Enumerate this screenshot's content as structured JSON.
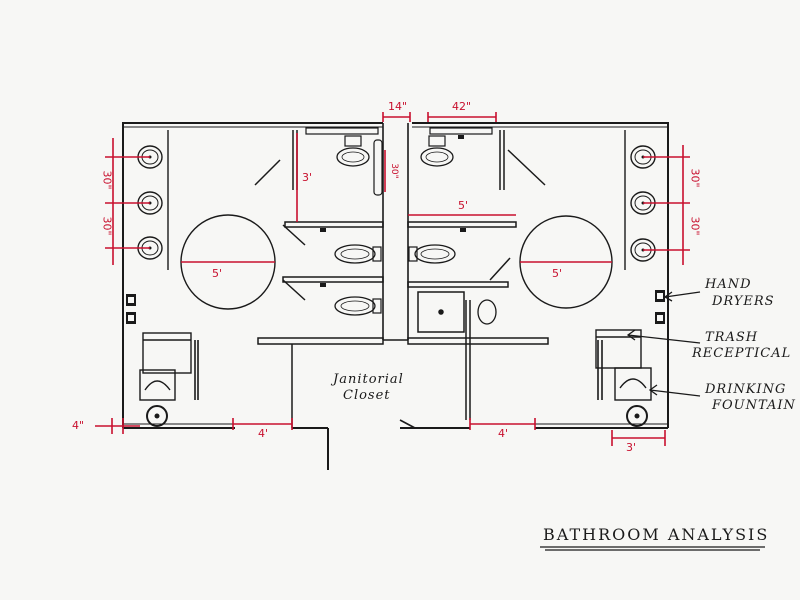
{
  "labels": {
    "janitorial_line1": "Janitorial",
    "janitorial_line2": "Closet",
    "hand_dryers_line1": "HAND",
    "hand_dryers_line2": "DRYERS",
    "trash_line1": "TRASH",
    "trash_line2": "RECEPTICAL",
    "fountain_line1": "DRINKING",
    "fountain_line2": "FOUNTAIN",
    "title": "BATHROOM ANALYSIS"
  },
  "dimensions": {
    "top_gap": "14\"",
    "top_right": "42\"",
    "stall_center": "30\"",
    "left_stall": "3'",
    "right_stall": "5'",
    "left_circle": "5'",
    "right_circle": "5'",
    "left_sink_upper": "30\"",
    "left_sink_lower": "30\"",
    "right_sink_upper": "30\"",
    "right_sink_lower": "30\"",
    "left_wall": "4\"",
    "left_door": "4'",
    "right_door": "4'",
    "right_fountain": "3'"
  },
  "colors": {
    "line": "#1a1a1a",
    "dimension": "#c8102e",
    "paper": "#f7f7f5"
  }
}
